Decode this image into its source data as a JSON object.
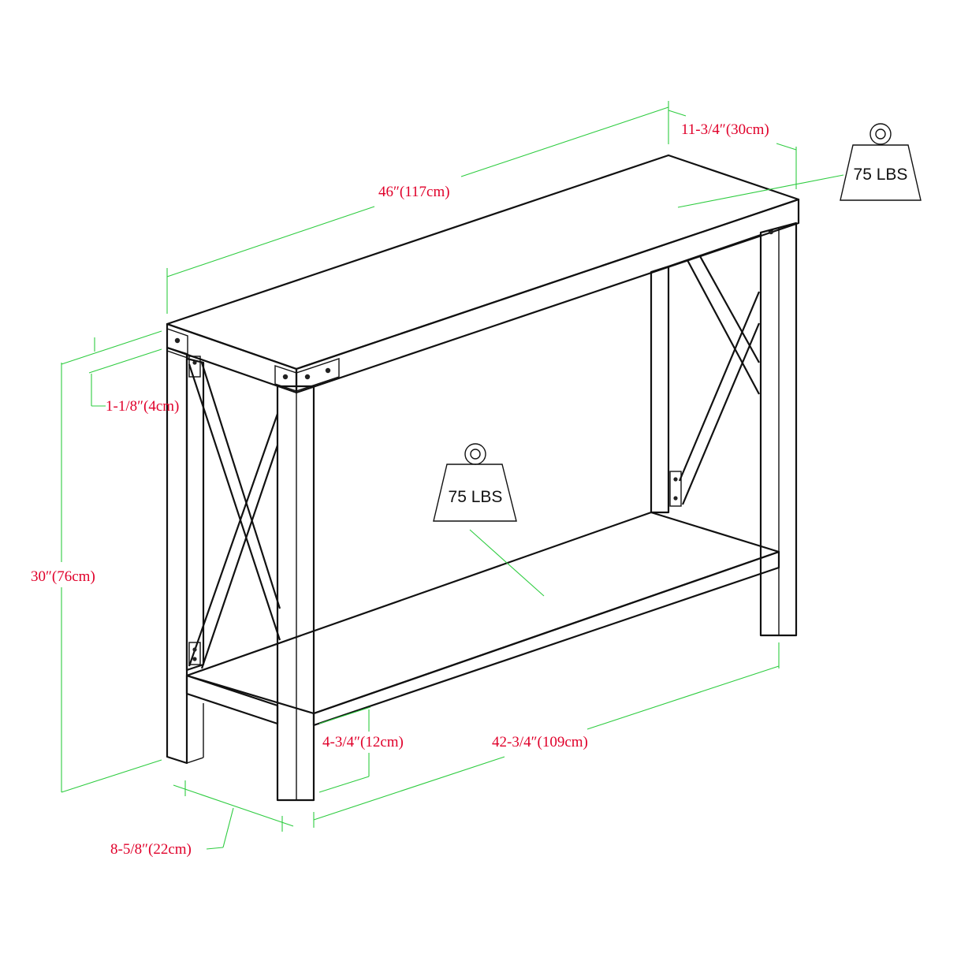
{
  "dimensions": {
    "width": "46″(117cm)",
    "depth": "11-3/4″(30cm)",
    "top_thickness": "1-1/8″(4cm)",
    "height": "30″(76cm)",
    "shelf_clearance": "4-3/4″(12cm)",
    "inner_width": "42-3/4″(109cm)",
    "inner_depth": "8-5/8″(22cm)"
  },
  "weight_capacity": {
    "top": "75 LBS",
    "shelf": "75 LBS"
  },
  "colors": {
    "outline": "#111111",
    "dimension_line": "#2ecc40",
    "dimension_text": "#e0002a"
  }
}
